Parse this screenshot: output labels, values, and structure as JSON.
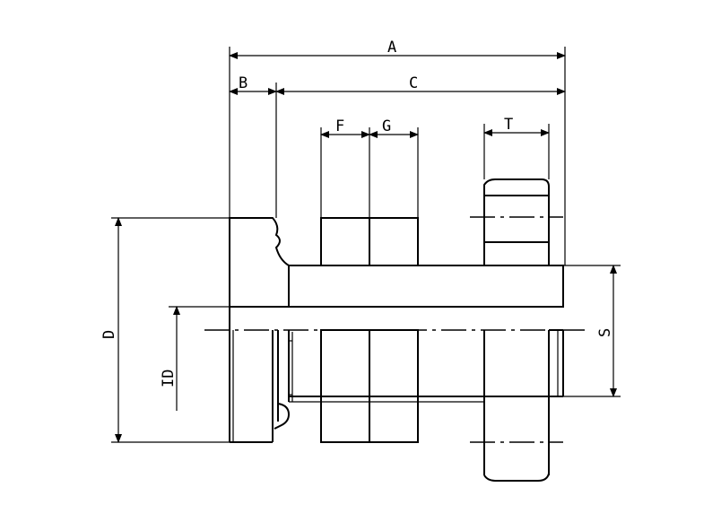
{
  "labels": {
    "A": "A",
    "B": "B",
    "C": "C",
    "F": "F",
    "G": "G",
    "T": "T",
    "D": "D",
    "ID": "ID",
    "S": "S"
  },
  "colors": {
    "line": "#000000",
    "background": "#ffffff"
  }
}
